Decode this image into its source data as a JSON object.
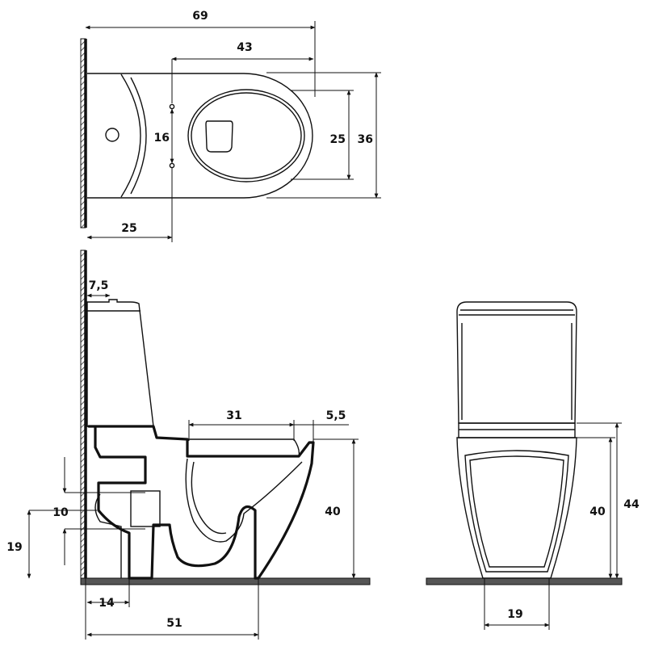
{
  "colors": {
    "line": "#111111",
    "floor": "#555555",
    "background": "#ffffff"
  },
  "top_view": {
    "total_length": "69",
    "axis_to_front": "43",
    "fixing_spacing": "16",
    "wall_to_fixing": "25",
    "bowl_width": "25",
    "total_width": "36"
  },
  "side_view": {
    "tank_offset": "7,5",
    "seat_length": "31",
    "seat_overhang": "5,5",
    "outlet_offset": "10",
    "outlet_height": "19",
    "base_width": "14",
    "base_depth": "51",
    "seat_height": "40"
  },
  "front_view": {
    "seat_height": "40",
    "rim_height": "44",
    "foot_width": "19"
  }
}
